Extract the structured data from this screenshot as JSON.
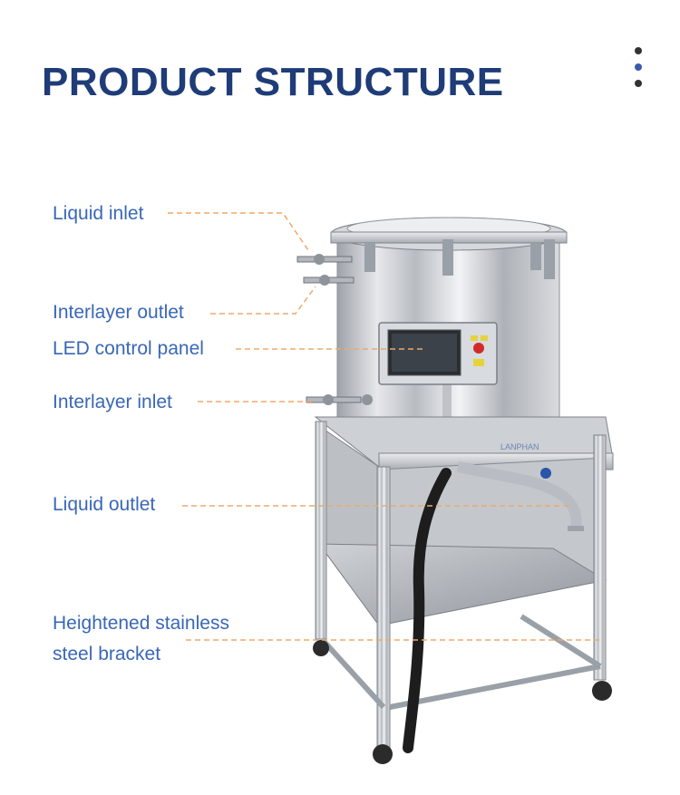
{
  "header": {
    "title": "PRODUCT STRUCTURE"
  },
  "labels": {
    "liquid_inlet": "Liquid inlet",
    "interlayer_outlet": "Interlayer outlet",
    "led_control_panel": "LED control panel",
    "interlayer_inlet": "Interlayer inlet",
    "liquid_outlet": "Liquid outlet",
    "bracket_line1": "Heightened stainless",
    "bracket_line2": "steel bracket"
  },
  "brand": {
    "nameplate": "LANPHAN"
  },
  "colors": {
    "title": "#1f3c78",
    "label": "#3967b7",
    "leader_line": "#f0a86a",
    "steel": "#c9ccd1"
  }
}
